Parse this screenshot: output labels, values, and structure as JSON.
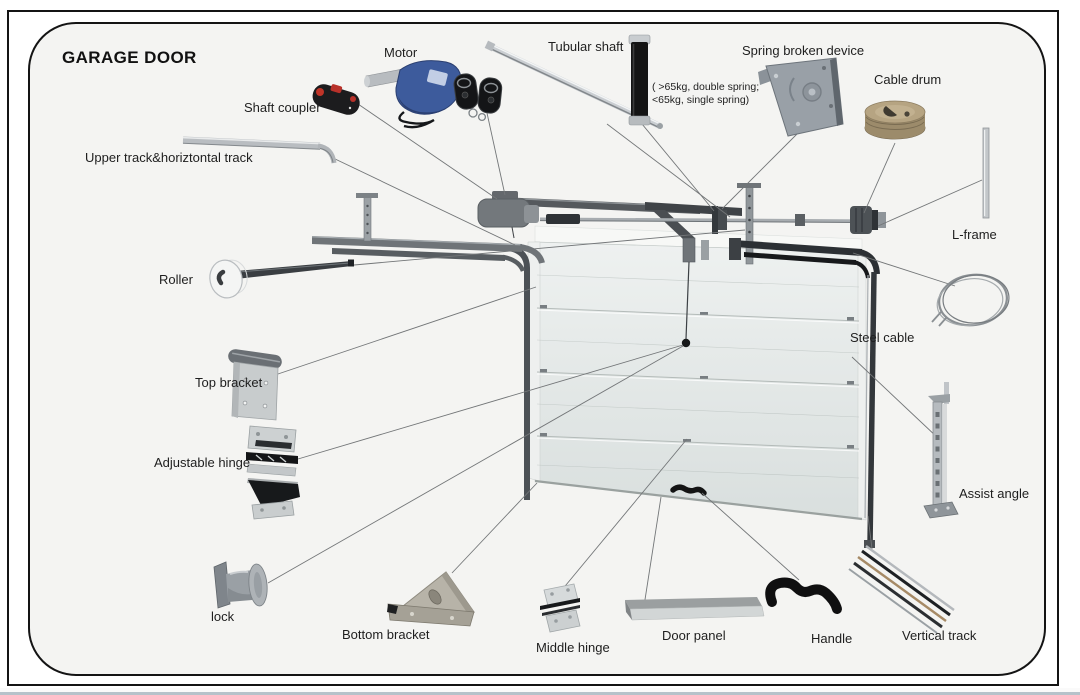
{
  "title": "GARAGE DOOR",
  "diagram": {
    "labels": {
      "motor": "Motor",
      "tubular_shaft": "Tubular shaft",
      "spring_broken_device": "Spring broken device",
      "cable_drum": "Cable drum",
      "shaft_coupler": "Shaft coupler",
      "spring_note_line1": "( >65kg, double spring;",
      "spring_note_line2": "<65kg, single spring)",
      "upper_track": "Upper track&horiztontal track",
      "l_frame": "L-frame",
      "roller": "Roller",
      "steel_cable": "Steel cable",
      "top_bracket": "Top bracket",
      "adjustable_hinge": "Adjustable hinge",
      "assist_angle": "Assist angle",
      "lock": "lock",
      "bottom_bracket": "Bottom bracket",
      "middle_hinge": "Middle hinge",
      "door_panel": "Door panel",
      "handle": "Handle",
      "vertical_track": "Vertical track"
    },
    "colors": {
      "background": "#f4f4f2",
      "frame_border": "#141414",
      "door_face": "#e4e9e7",
      "track_dark": "#33373b",
      "motor_blue": "#3d5b9c",
      "coupler_red": "#c03428",
      "drum_brass": "#b6a482",
      "leader_line": "#737678"
    }
  }
}
